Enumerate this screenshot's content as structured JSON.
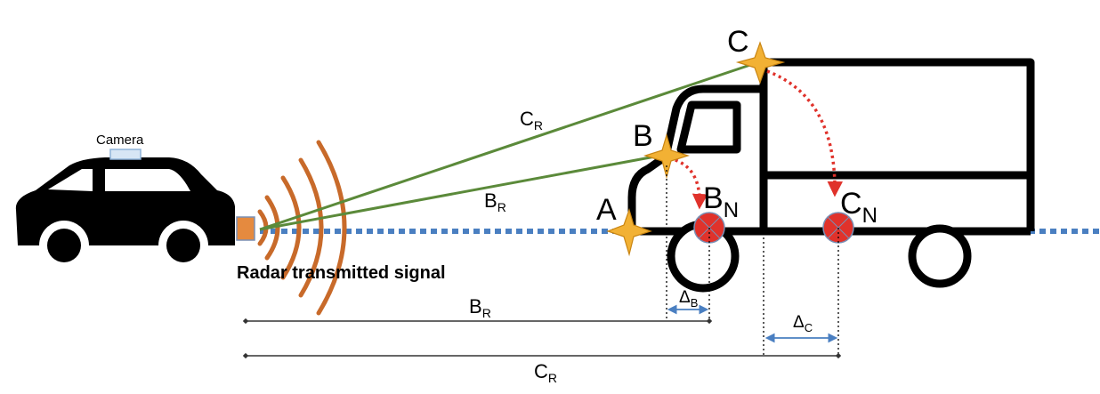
{
  "car": {
    "camera_label": "Camera"
  },
  "radar": {
    "signal_label": "Radar transmitted signal"
  },
  "points": {
    "a": "A",
    "b": "B",
    "c": "C",
    "b_n": {
      "main": "B",
      "sub": "N"
    },
    "c_n": {
      "main": "C",
      "sub": "N"
    }
  },
  "rays": {
    "c_r": {
      "main": "C",
      "sub": "R"
    },
    "b_r": {
      "main": "B",
      "sub": "R"
    }
  },
  "dimensions": {
    "b_r": {
      "main": "B",
      "sub": "R"
    },
    "c_r": {
      "main": "C",
      "sub": "R"
    },
    "delta_b": {
      "main": "Δ",
      "sub": "B"
    },
    "delta_c": {
      "main": "Δ",
      "sub": "C"
    }
  },
  "colors": {
    "ray_green": "#5b8a3a",
    "radar_orange": "#c86a2a",
    "dotted_blue": "#4a7fc1",
    "target_red": "#e0322b",
    "star_gold": "#f2b134",
    "dimension_blue": "#4a7fc1"
  },
  "icons": [
    "car-icon",
    "camera-icon",
    "radar-icon",
    "truck-icon",
    "star-icon",
    "target-icon"
  ]
}
